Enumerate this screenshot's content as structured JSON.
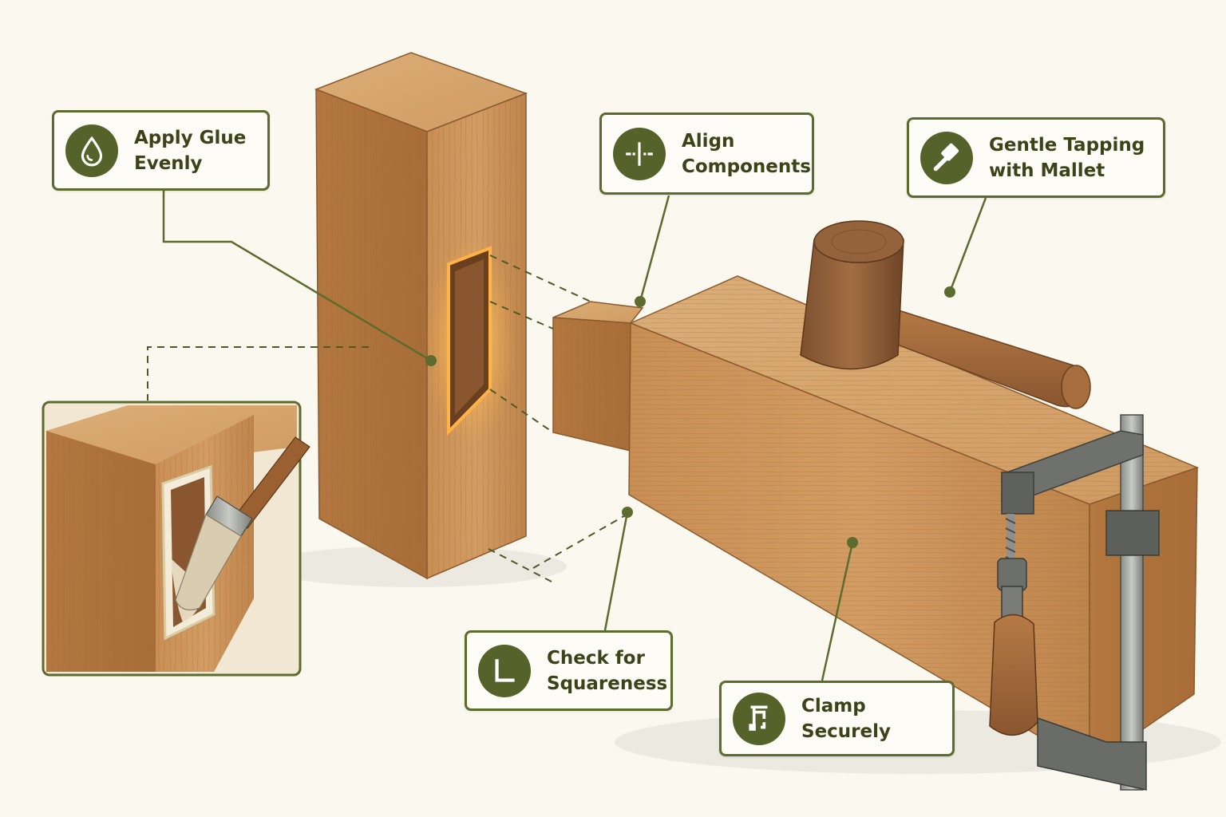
{
  "callouts": {
    "apply_glue": {
      "label": "Apply Glue\nEvenly",
      "icon": "glue-drop-icon"
    },
    "align": {
      "label": "Align\nComponents",
      "icon": "align-icon"
    },
    "mallet": {
      "label": "Gentle Tapping\nwith Mallet",
      "icon": "mallet-icon"
    },
    "squareness": {
      "label": "Check for\nSquareness",
      "icon": "square-corner-icon"
    },
    "clamp": {
      "label": "Clamp Securely",
      "icon": "clamp-icon"
    }
  },
  "colors": {
    "accent": "#55632a",
    "leader": "#5c6b2e",
    "wood": "#c18a52",
    "background": "#fbf8f0"
  }
}
